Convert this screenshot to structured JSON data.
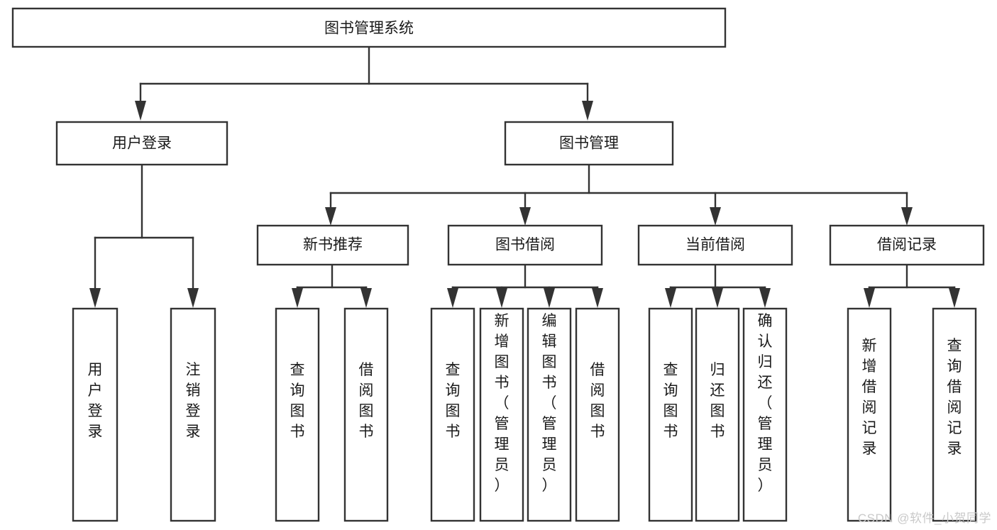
{
  "diagram": {
    "title": "图书管理系统",
    "type": "hierarchy-tree",
    "levels": 4,
    "colors": {
      "box_stroke": "#333333",
      "box_fill": "#ffffff",
      "text": "#1a1a1a",
      "background": "#ffffff",
      "watermark": "#c9c9c9"
    },
    "root": {
      "label": "图书管理系统",
      "orientation": "horizontal"
    },
    "level2": [
      {
        "label": "用户登录",
        "orientation": "horizontal"
      },
      {
        "label": "图书管理",
        "orientation": "horizontal"
      }
    ],
    "level3": [
      {
        "label": "新书推荐",
        "orientation": "horizontal",
        "parent": "图书管理"
      },
      {
        "label": "图书借阅",
        "orientation": "horizontal",
        "parent": "图书管理"
      },
      {
        "label": "当前借阅",
        "orientation": "horizontal",
        "parent": "图书管理"
      },
      {
        "label": "借阅记录",
        "orientation": "horizontal",
        "parent": "图书管理"
      }
    ],
    "leaves": {
      "user_login": [
        {
          "label": "用户登录",
          "chars": [
            "用",
            "户",
            "登",
            "录"
          ]
        },
        {
          "label": "注销登录",
          "chars": [
            "注",
            "销",
            "登",
            "录"
          ]
        }
      ],
      "new_book_recommend": [
        {
          "label": "查询图书",
          "chars": [
            "查",
            "询",
            "图",
            "书"
          ]
        },
        {
          "label": "借阅图书",
          "chars": [
            "借",
            "阅",
            "图",
            "书"
          ]
        }
      ],
      "book_borrow": [
        {
          "label": "查询图书",
          "chars": [
            "查",
            "询",
            "图",
            "书"
          ]
        },
        {
          "label": "新增图书（管理员）",
          "chars": [
            "新",
            "增",
            "图",
            "书",
            "（",
            "管",
            "理",
            "员",
            "）"
          ]
        },
        {
          "label": "编辑图书（管理员）",
          "chars": [
            "编",
            "辑",
            "图",
            "书",
            "（",
            "管",
            "理",
            "员",
            "）"
          ]
        },
        {
          "label": "借阅图书",
          "chars": [
            "借",
            "阅",
            "图",
            "书"
          ]
        }
      ],
      "current_borrow": [
        {
          "label": "查询图书",
          "chars": [
            "查",
            "询",
            "图",
            "书"
          ]
        },
        {
          "label": "归还图书",
          "chars": [
            "归",
            "还",
            "图",
            "书"
          ]
        },
        {
          "label": "确认归还（管理员）",
          "chars": [
            "确",
            "认",
            "归",
            "还",
            "（",
            "管",
            "理",
            "员",
            "）"
          ]
        }
      ],
      "borrow_records": [
        {
          "label": "新增借阅记录",
          "chars": [
            "新",
            "增",
            "借",
            "阅",
            "记",
            "录"
          ]
        },
        {
          "label": "查询借阅记录",
          "chars": [
            "查",
            "询",
            "借",
            "阅",
            "记",
            "录"
          ]
        }
      ]
    }
  },
  "watermark": {
    "text": "CSDN @软件_小贺同学"
  }
}
